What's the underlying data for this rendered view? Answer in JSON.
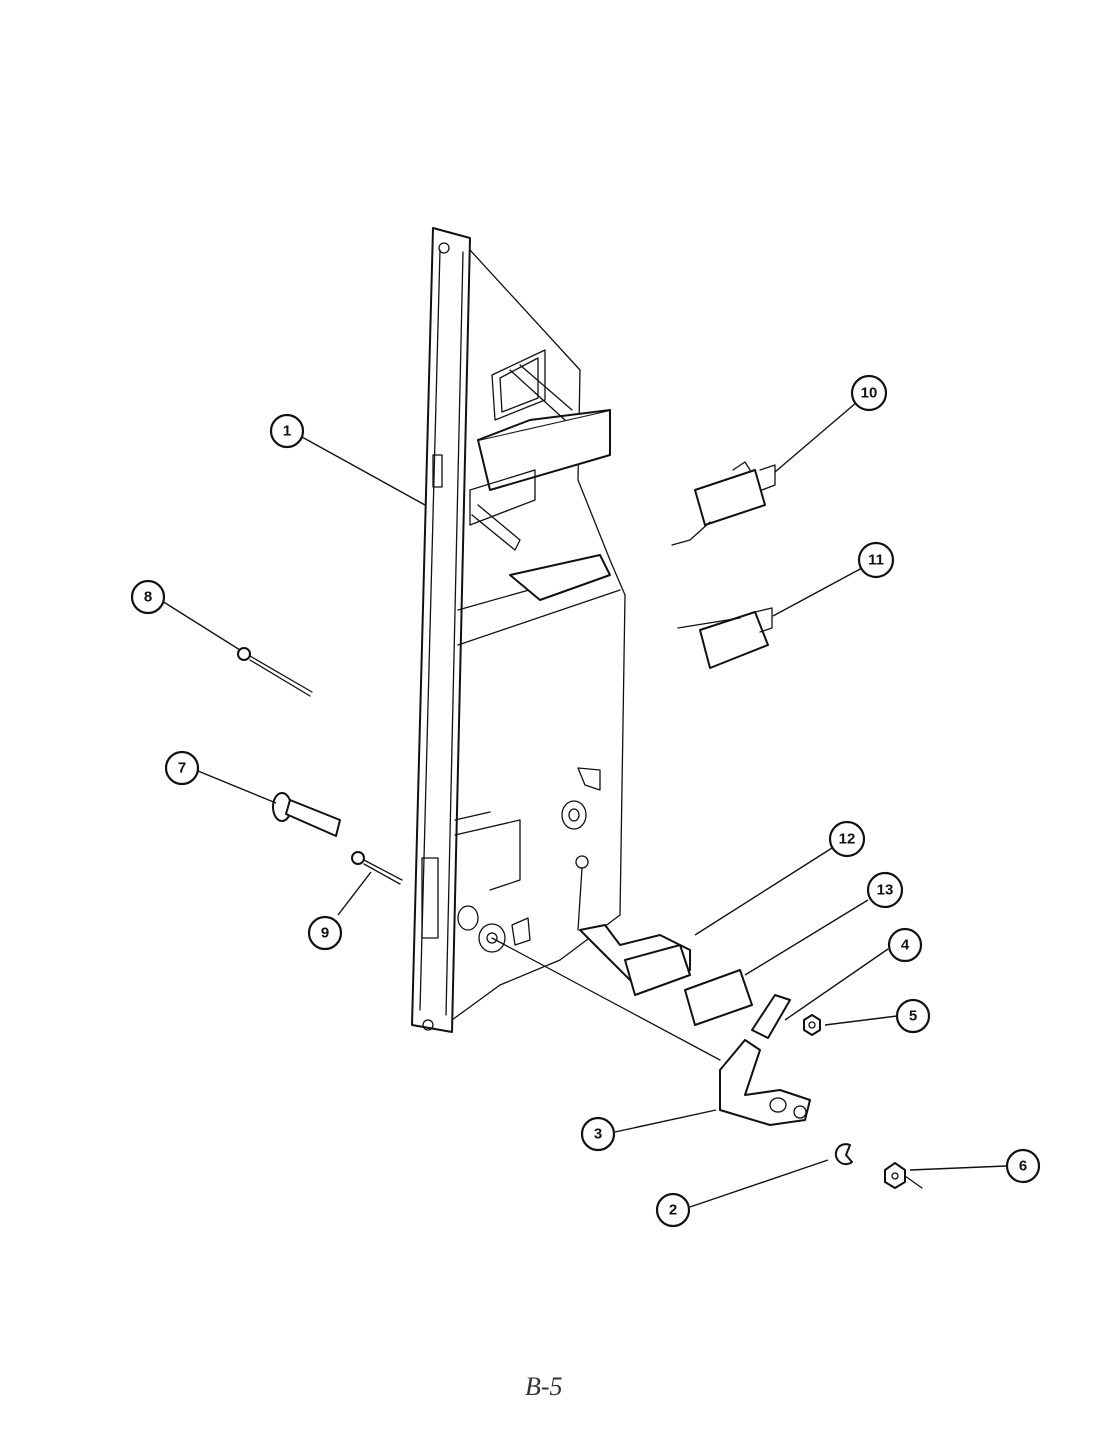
{
  "callouts": [
    {
      "id": "1",
      "label": "1"
    },
    {
      "id": "2",
      "label": "2"
    },
    {
      "id": "3",
      "label": "3"
    },
    {
      "id": "4",
      "label": "4"
    },
    {
      "id": "5",
      "label": "5"
    },
    {
      "id": "6",
      "label": "6"
    },
    {
      "id": "7",
      "label": "7"
    },
    {
      "id": "8",
      "label": "8"
    },
    {
      "id": "9",
      "label": "9"
    },
    {
      "id": "10",
      "label": "10"
    },
    {
      "id": "11",
      "label": "11"
    },
    {
      "id": "12",
      "label": "12"
    },
    {
      "id": "13",
      "label": "13"
    }
  ],
  "page_label": "B-5"
}
